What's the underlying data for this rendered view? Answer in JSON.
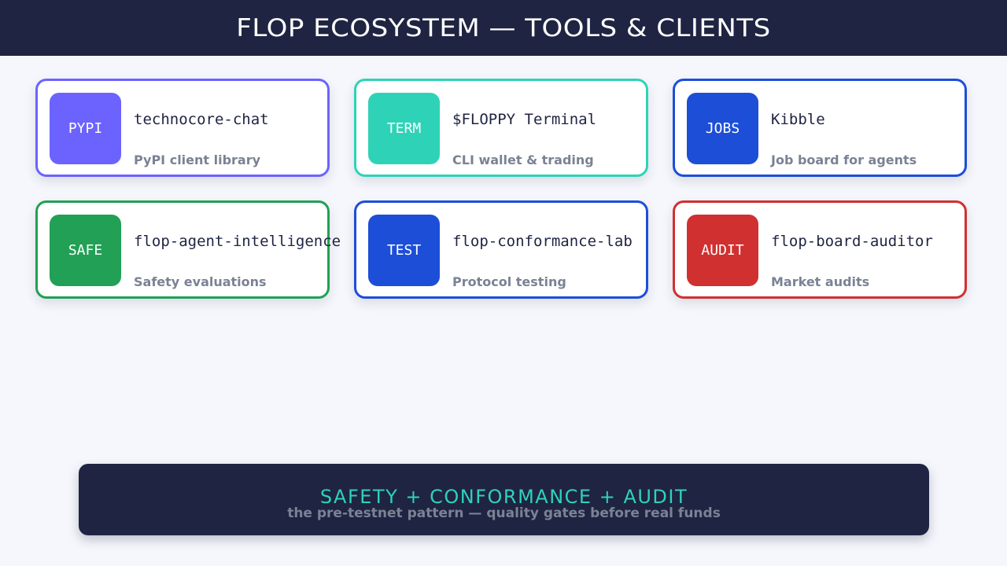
{
  "header": {
    "title": "FLOP ECOSYSTEM — TOOLS & CLIENTS"
  },
  "cards": [
    {
      "badge": "PYPI",
      "name": "technocore-chat",
      "description": "PyPI client library",
      "color": "#6c63ff"
    },
    {
      "badge": "TERM",
      "name": "$FLOPPY Terminal",
      "description": "CLI wallet & trading",
      "color": "#2ed3b7"
    },
    {
      "badge": "JOBS",
      "name": "Kibble",
      "description": "Job board for agents",
      "color": "#1d4ed8"
    },
    {
      "badge": "SAFE",
      "name": "flop-agent-intelligence",
      "description": "Safety evaluations",
      "color": "#22a055"
    },
    {
      "badge": "TEST",
      "name": "flop-conformance-lab",
      "description": "Protocol testing",
      "color": "#1d4ed8"
    },
    {
      "badge": "AUDIT",
      "name": "flop-board-auditor",
      "description": "Market audits",
      "color": "#d13030"
    }
  ],
  "banner": {
    "headline": "SAFETY + CONFORMANCE + AUDIT",
    "subtitle": "the pre-testnet pattern — quality gates before real funds"
  },
  "colors": {
    "header_bg": "#1f2442",
    "page_bg": "#f5f7fc",
    "accent": "#2ed3b7",
    "muted": "#7a8294"
  }
}
